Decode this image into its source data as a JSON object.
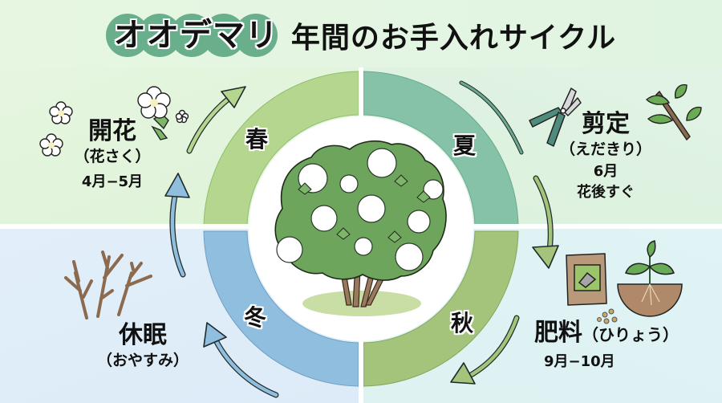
{
  "title": {
    "highlight": "オオデマリ",
    "rest": "年間のお手入れサイクル",
    "highlight_color": "#6aaf8c"
  },
  "seasons": {
    "spring": {
      "name": "春",
      "color": "#b5d68e"
    },
    "summer": {
      "name": "夏",
      "color": "#86c2a8"
    },
    "autumn": {
      "name": "秋",
      "color": "#a3c47a"
    },
    "winter": {
      "name": "冬",
      "color": "#8fbede"
    }
  },
  "tasks": {
    "flowering": {
      "title": "開花",
      "reading": "（花さく）",
      "period": "4月−5月",
      "icon": "flower-icon"
    },
    "pruning": {
      "title": "剪定",
      "reading": "（えだきり）",
      "period": "6月",
      "note": "花後すぐ",
      "icon": "pruning-shears-icon"
    },
    "fertilizer": {
      "title": "肥料",
      "reading": "（ひりょう）",
      "period": "9月−10月",
      "icon": "fertilizer-bag-icon"
    },
    "dormancy": {
      "title": "休眠",
      "reading": "（おやすみ）",
      "icon": "bare-branches-icon"
    }
  },
  "center": {
    "icon": "snowball-bush-icon"
  }
}
